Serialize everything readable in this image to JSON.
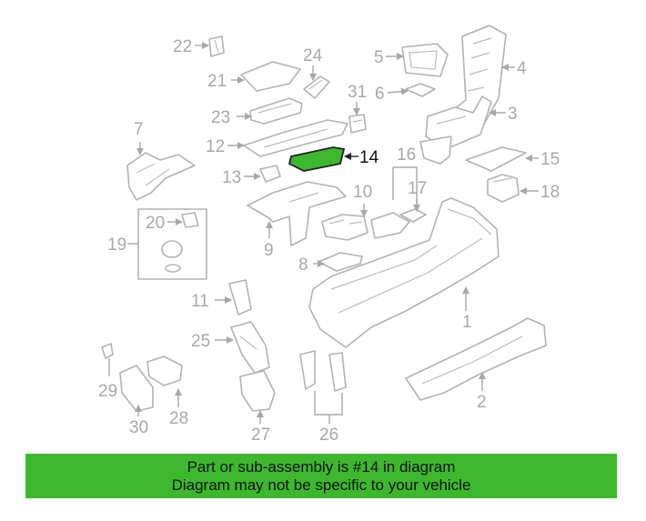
{
  "highlight_color": "#3db82e",
  "label_color": "#a9a9a9",
  "line_color": "#b3b3b3",
  "highlighted_part": "14",
  "callouts": [
    "1",
    "2",
    "3",
    "4",
    "5",
    "6",
    "7",
    "8",
    "9",
    "10",
    "11",
    "12",
    "13",
    "14",
    "15",
    "16",
    "17",
    "18",
    "19",
    "20",
    "21",
    "22",
    "23",
    "24",
    "25",
    "26",
    "27",
    "28",
    "29",
    "30",
    "31"
  ],
  "banner": {
    "line1": "Part or sub-assembly is #14 in diagram",
    "line2": "Diagram may not be specific to your vehicle"
  }
}
